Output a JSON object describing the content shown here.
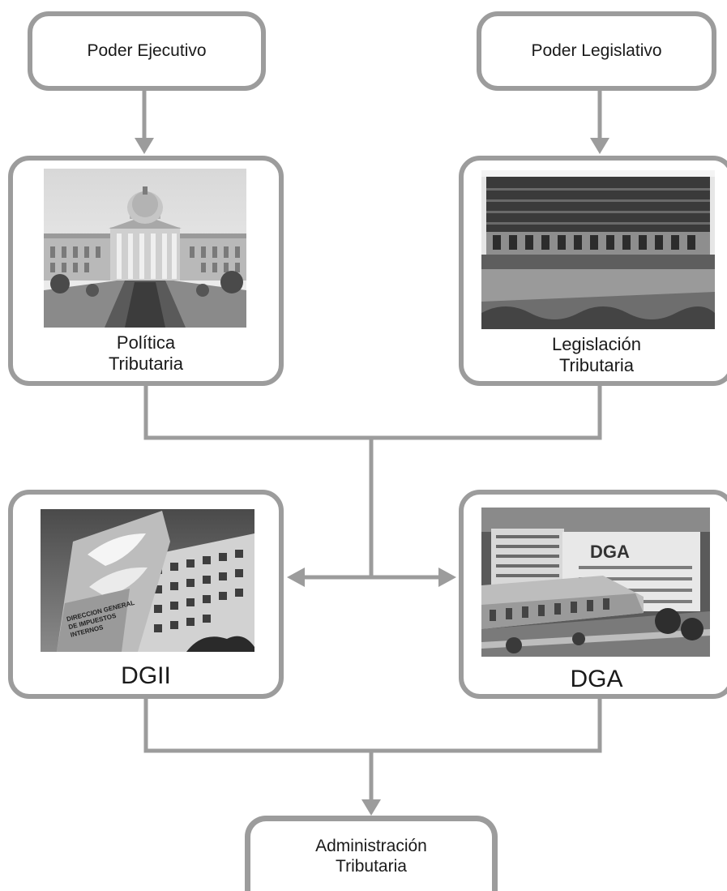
{
  "nodes": {
    "poder_ejecutivo": {
      "label": "Poder Ejecutivo"
    },
    "poder_legislativo": {
      "label": "Poder Legislativo"
    },
    "politica_tributaria": {
      "line1": "Política",
      "line2": "Tributaria"
    },
    "legislacion_tributaria": {
      "line1": "Legislación",
      "line2": "Tributaria"
    },
    "dgii": {
      "label": "DGII",
      "sign_text": [
        "DIRECCION GENERAL",
        "DE IMPUESTOS",
        "INTERNOS"
      ]
    },
    "dga": {
      "label": "DGA",
      "sign_text": "DGA"
    },
    "administracion_tributaria": {
      "line1": "Administración",
      "line2": "Tributaria"
    }
  },
  "colors": {
    "border": "#9c9c9c",
    "arrow": "#9c9c9c",
    "text": "#1a1a1a"
  }
}
